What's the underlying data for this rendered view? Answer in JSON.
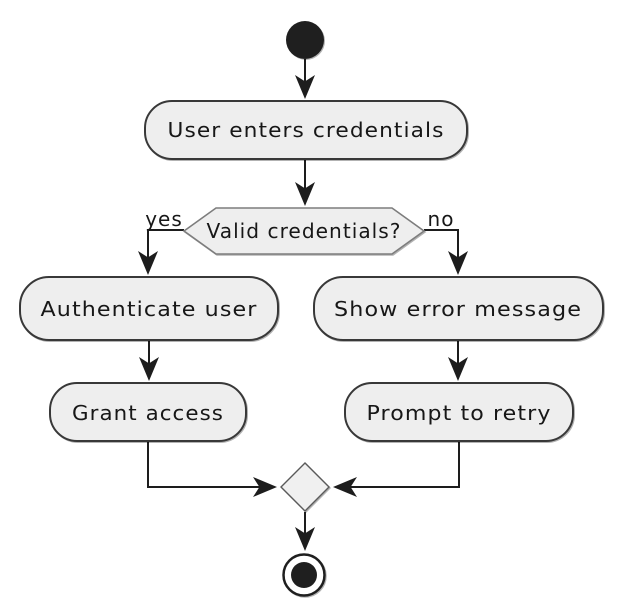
{
  "diagram": {
    "type": "uml-activity-diagram",
    "colors": {
      "background": "#ffffff",
      "node_fill": "#eeeeee",
      "node_border": "#383838",
      "decision_border": "#7d7d7d",
      "edge": "#1d1d1d",
      "text": "#171717",
      "terminal": "#1f1f1f"
    },
    "nodes": {
      "enter_credentials": {
        "label": "User enters credentials"
      },
      "decision": {
        "label": "Valid credentials?"
      },
      "authenticate_user": {
        "label": "Authenticate user"
      },
      "grant_access": {
        "label": "Grant access"
      },
      "show_error_message": {
        "label": "Show error message"
      },
      "prompt_to_retry": {
        "label": "Prompt to retry"
      }
    },
    "edge_labels": {
      "yes": "yes",
      "no": "no"
    }
  }
}
